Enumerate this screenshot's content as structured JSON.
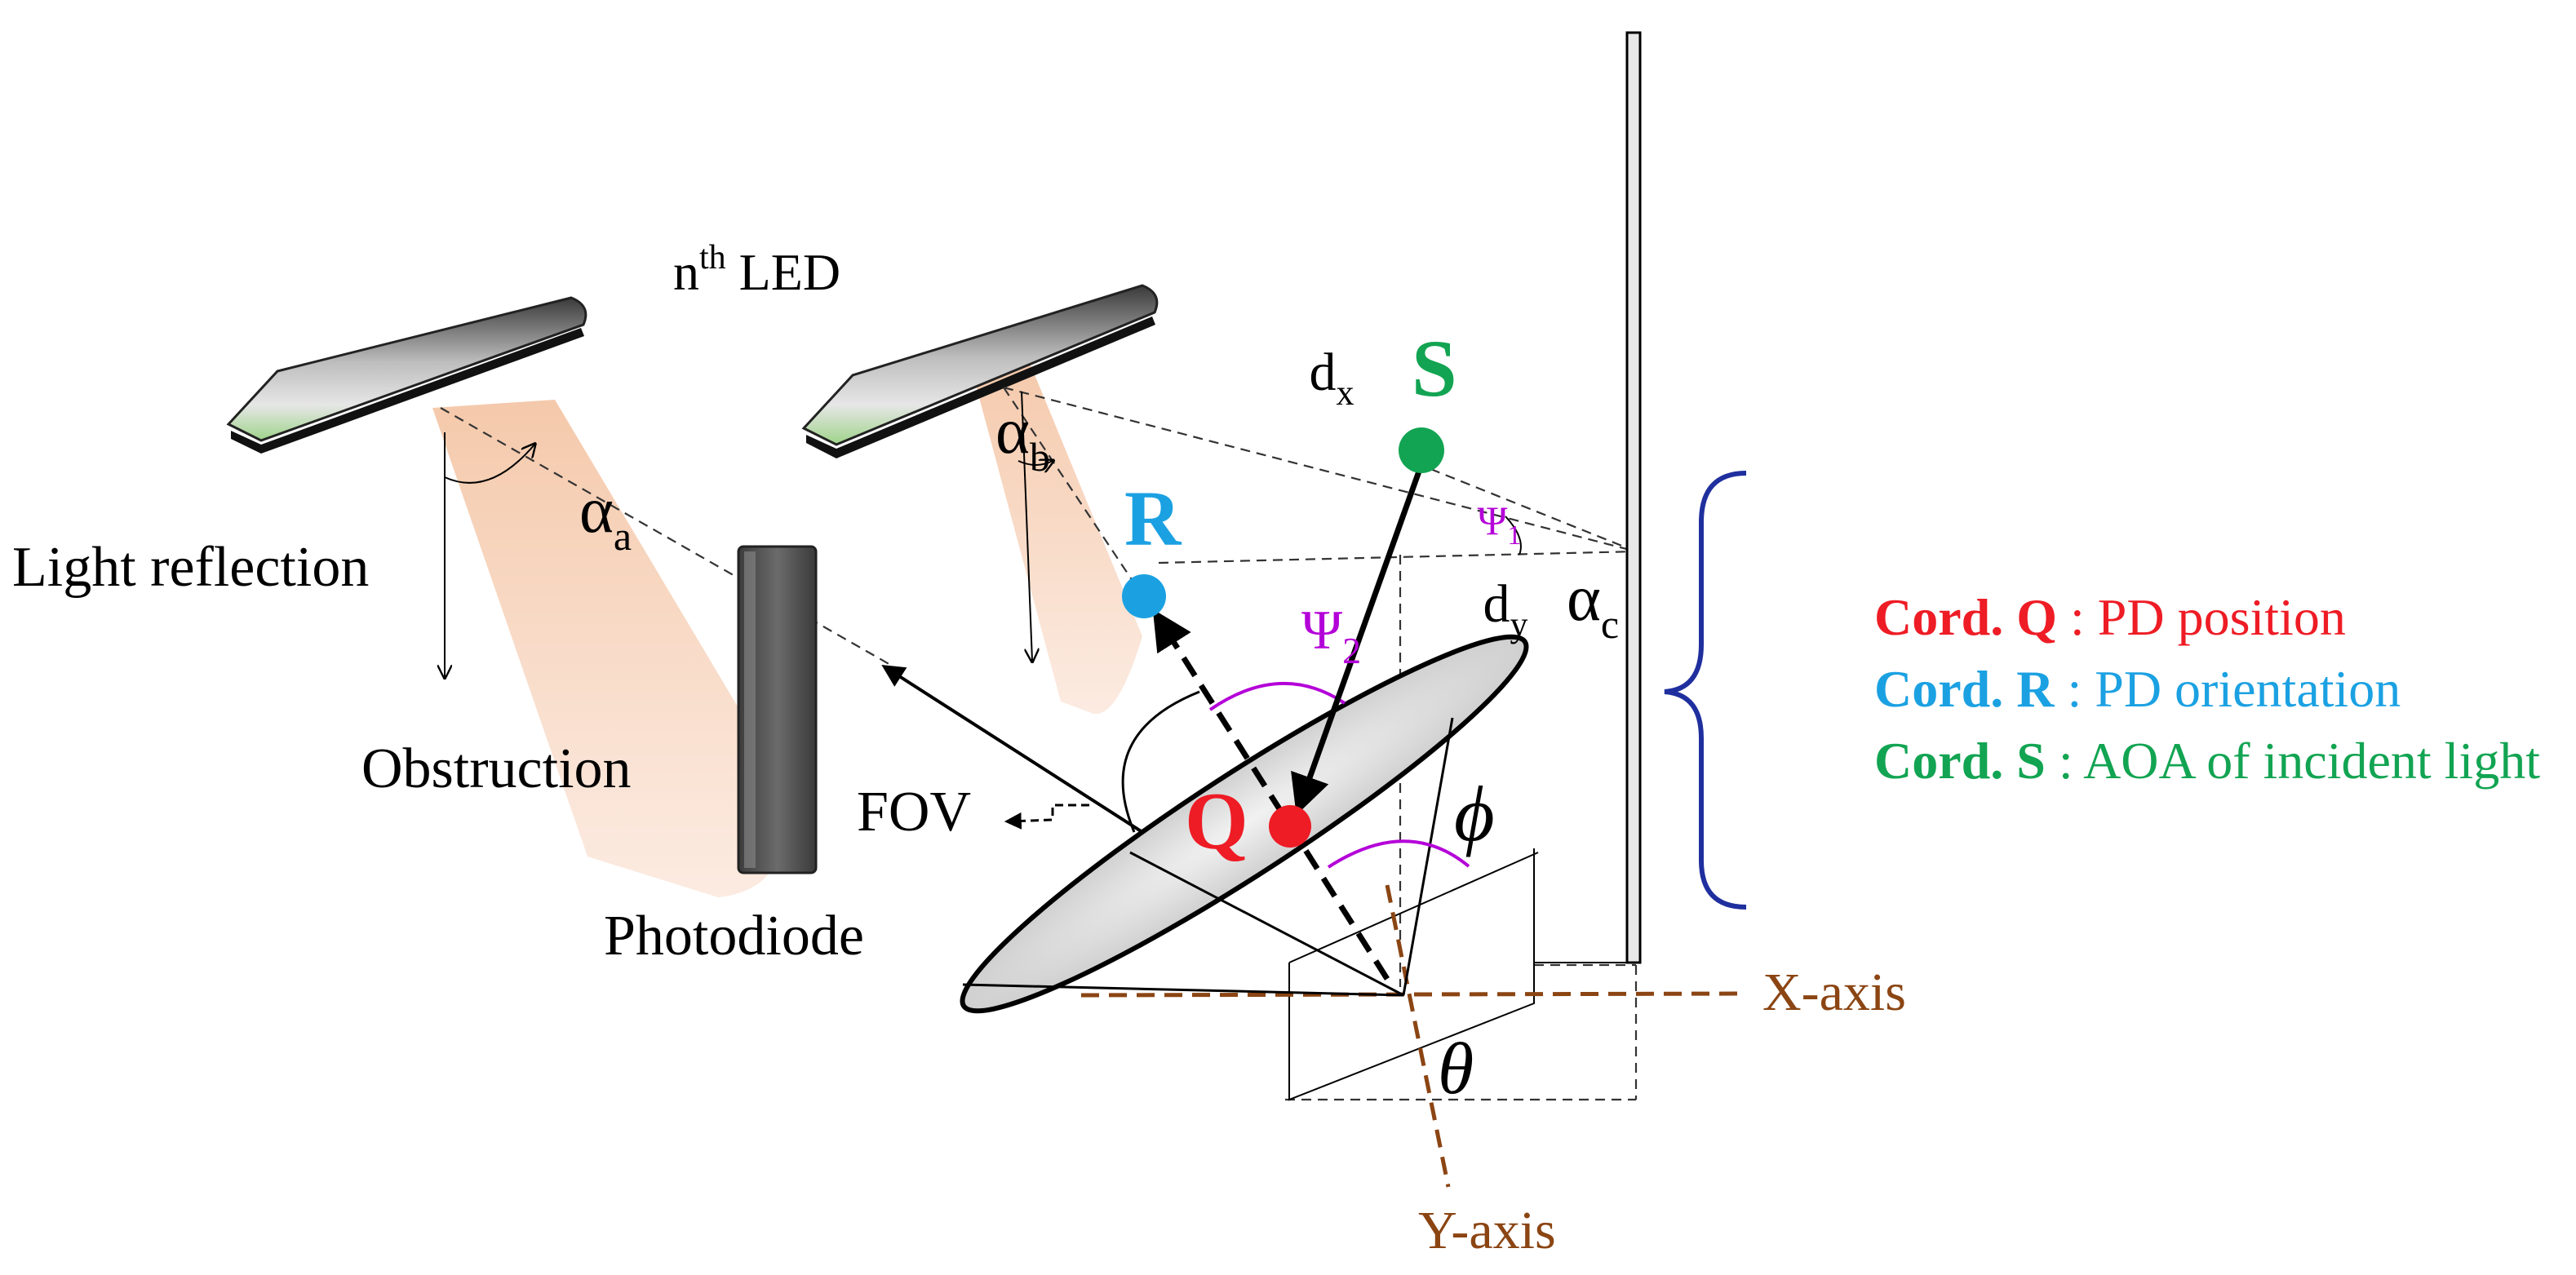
{
  "labels": {
    "led_n": "n",
    "led_th": "th",
    "led_word": " LED",
    "light_reflection": "Light reflection",
    "obstruction": "Obstruction",
    "photodiode": "Photodiode",
    "fov": "FOV",
    "dx_d": "d",
    "dx_sub": "x",
    "dy_d": "d",
    "dy_sub": "y",
    "alpha": "α",
    "alpha_a_sub": "a",
    "alpha_b_sub": "b",
    "alpha_c_sub": "c",
    "psi": "Ψ",
    "psi1_sub": "1",
    "psi2_sub": "2",
    "phi": "ϕ",
    "theta": "θ",
    "point_s": "S",
    "point_r": "R",
    "point_q": "Q",
    "x_axis": "X-axis",
    "y_axis": "Y-axis"
  },
  "legend": [
    {
      "cord": "Cord. ",
      "letter": "Q",
      "desc": " : PD position",
      "color": "#ee1c25"
    },
    {
      "cord": "Cord. ",
      "letter": "R",
      "desc": " : PD orientation",
      "color": "#1ba1e2"
    },
    {
      "cord": "Cord. ",
      "letter": "S",
      "desc": " : AOA of incident light",
      "color": "#12a452"
    }
  ],
  "colors": {
    "q": "#ee1c25",
    "r": "#1ba1e2",
    "s": "#12a452",
    "psi": "#b400d8",
    "axis": "#8b4513",
    "brace": "#1f2f9e",
    "beam": "#f9d9c4"
  }
}
